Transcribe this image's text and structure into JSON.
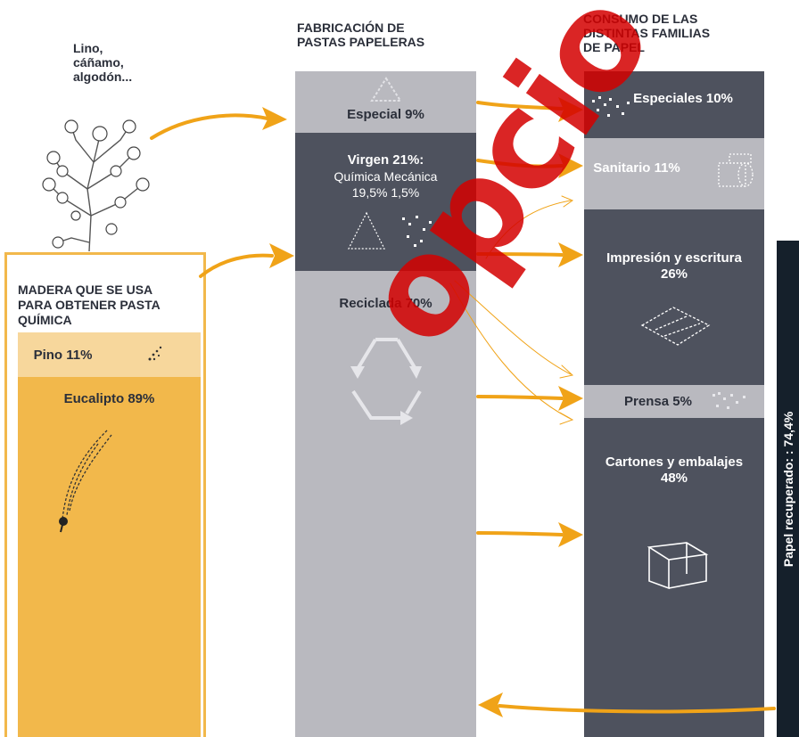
{
  "source": {
    "title": "Lino, cáñamo, algodón..."
  },
  "wood": {
    "title_lines": [
      "MADERA QUE SE USA",
      "PARA OBTENER PASTA",
      "QUÍMICA"
    ],
    "pino": "Pino 11%",
    "eucalipto": "Eucalipto 89%"
  },
  "manufacturing": {
    "title_lines": [
      "FABRICACIÓN DE",
      "PASTAS PAPELERAS"
    ],
    "especial": "Especial 9%",
    "virgen": "Virgen 21%:",
    "virgen_sub1": "Química Mecánica",
    "virgen_sub2": "19,5%  1,5%",
    "reciclada": "Reciclada 70%"
  },
  "consumption": {
    "title_lines": [
      "CONSUMO DE LAS",
      "DISTINTAS FAMILIAS",
      "DE PAPEL"
    ],
    "especiales": "Especiales 10%",
    "sanitario": "Sanitario 11%",
    "impresion_1": "Impresión y escritura",
    "impresion_2": "26%",
    "prensa": "Prensa 5%",
    "cartones_1": "Cartones y embalajes",
    "cartones_2": "48%"
  },
  "recovered": "Papel recuperado:  : 74,4%",
  "watermark": "opcio",
  "colors": {
    "arrow": "#f0a318",
    "dark_slate": "#4e525e",
    "light_grey": "#b9b9bf",
    "orange_panel": "#f2b84b",
    "pino_bg": "#f7d79c",
    "side_bar": "#15202b",
    "watermark": "#d40000"
  }
}
